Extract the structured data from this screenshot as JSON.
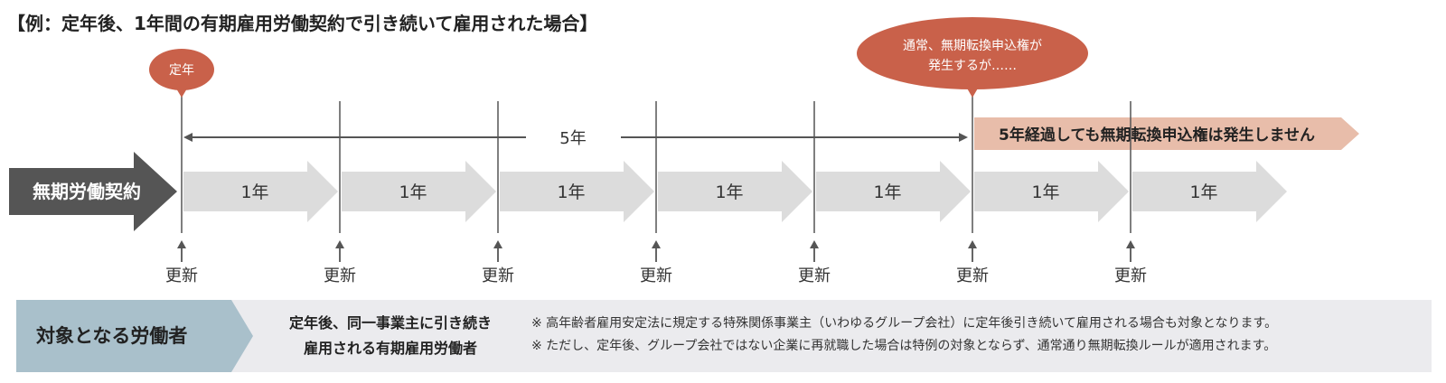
{
  "title": "【例：定年後、1年間の有期雇用労働契約で引き続いて雇用された場合】",
  "contract_label": "無期労働契約",
  "retirement_bubble": "定年",
  "right_bubble": {
    "line1": "通常、無期転換申込権が",
    "line2": "発生するが……"
  },
  "span_label": "5年",
  "no_right_banner": "5年経過しても無期転換申込権は発生しません",
  "periods": [
    "1年",
    "1年",
    "1年",
    "1年",
    "1年",
    "1年",
    "1年"
  ],
  "renewals": [
    "更新",
    "更新",
    "更新",
    "更新",
    "更新",
    "更新",
    "更新"
  ],
  "target": {
    "label": "対象となる労働者",
    "description_line1": "定年後、同一事業主に引き続き",
    "description_line2": "雇用される有期雇用労働者",
    "note1": "※ 高年齢者雇用安定法に規定する特殊関係事業主（いわゆるグループ会社）に定年後引き続いて雇用される場合も対象となります。",
    "note2": "※ ただし、定年後、グループ会社ではない企業に再就職した場合は特例の対象とならず、通常通り無期転換ルールが適用されます。"
  },
  "colors": {
    "contract_arrow": "#555555",
    "year_arrow": "#dcdcdc",
    "bubble": "#c9614a",
    "banner": "#e8bdaa",
    "target_label": "#a9c0cb",
    "bottom_bg": "#ebebee",
    "marker_line": "#555555"
  }
}
